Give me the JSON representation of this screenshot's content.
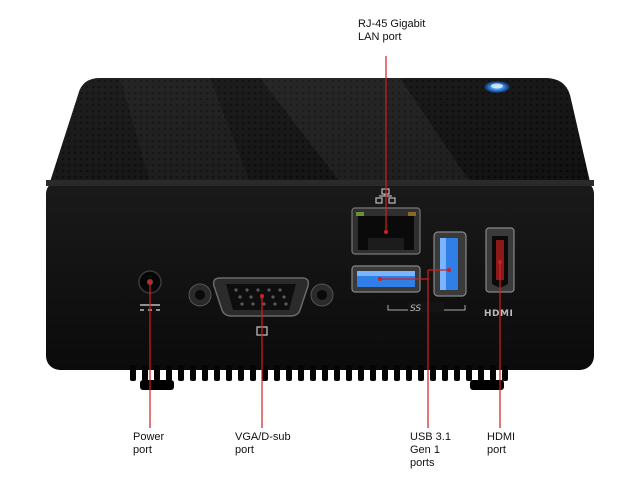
{
  "callouts": {
    "lan": {
      "line1": "RJ-45 Gigabit",
      "line2": "LAN port"
    },
    "power": {
      "line1": "Power",
      "line2": "port"
    },
    "vga": {
      "line1": "VGA/D-sub",
      "line2": "port"
    },
    "usb": {
      "line1": "USB 3.1",
      "line2": "Gen 1",
      "line3": "ports"
    },
    "hdmi": {
      "line1": "HDMI",
      "line2": "port"
    }
  },
  "device_markings": {
    "hdmi_logo": "HDMI",
    "usb_logo": "SS"
  },
  "colors": {
    "background": "#ffffff",
    "chassis": "#141414",
    "leader_line": "#d21f1f",
    "usb_port": "#2f7fe6",
    "power_led": "#3a8ef0",
    "text": "#111111"
  }
}
